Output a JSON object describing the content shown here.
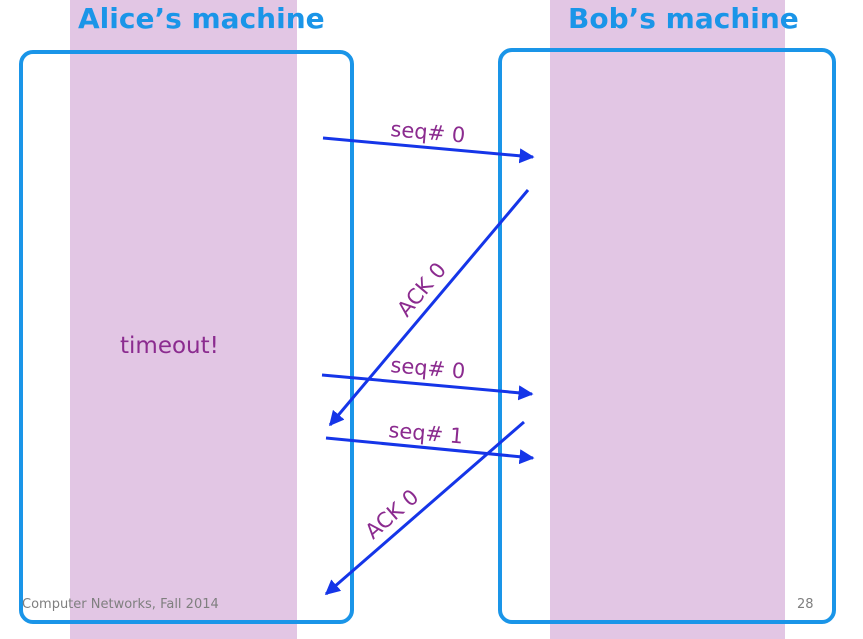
{
  "alice": {
    "title": "Alice’s machine",
    "note": "timeout!"
  },
  "bob": {
    "title": "Bob’s machine"
  },
  "messages": {
    "seq0_first": "seq# 0",
    "ack0_first": "ACK 0",
    "seq0_retransmit": "seq# 0",
    "seq1": "seq# 1",
    "ack0_second": "ACK 0"
  },
  "footer": {
    "course": "Computer Networks, Fall 2014",
    "page": "28"
  },
  "colors": {
    "heading": "#1a95e8",
    "band": "#e2c6e4",
    "arrow": "#1535e8",
    "label": "#8b2b8f"
  }
}
